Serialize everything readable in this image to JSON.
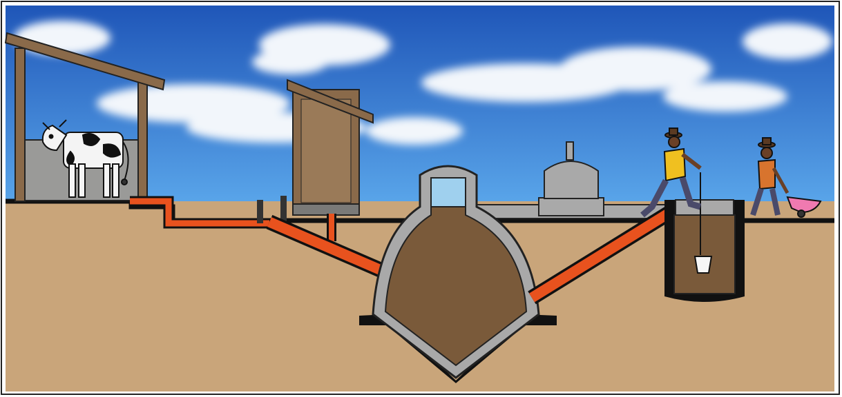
{
  "scene": {
    "type": "biogas-system-cross-section",
    "elements": [
      "cow-shed",
      "cow",
      "inlet-pipe",
      "toilet-outhouse",
      "toilet-pipe",
      "biogas-digester",
      "digester-inlet-pipe",
      "outlet-pipe",
      "slurry-pit",
      "bucket",
      "farmer-with-bucket",
      "farmer-with-wheelbarrow",
      "gas-dome-building",
      "clouds"
    ]
  },
  "colors": {
    "sky_top": "#1f56b8",
    "sky_bottom": "#5aa6ea",
    "cloud": "#f2f6fb",
    "soil": "#c9a57a",
    "slurry": "#7a5a3a",
    "pipe": "#e8521e",
    "concrete": "#a9a9a9",
    "wood": "#8a6a4a",
    "outline": "#111111"
  }
}
